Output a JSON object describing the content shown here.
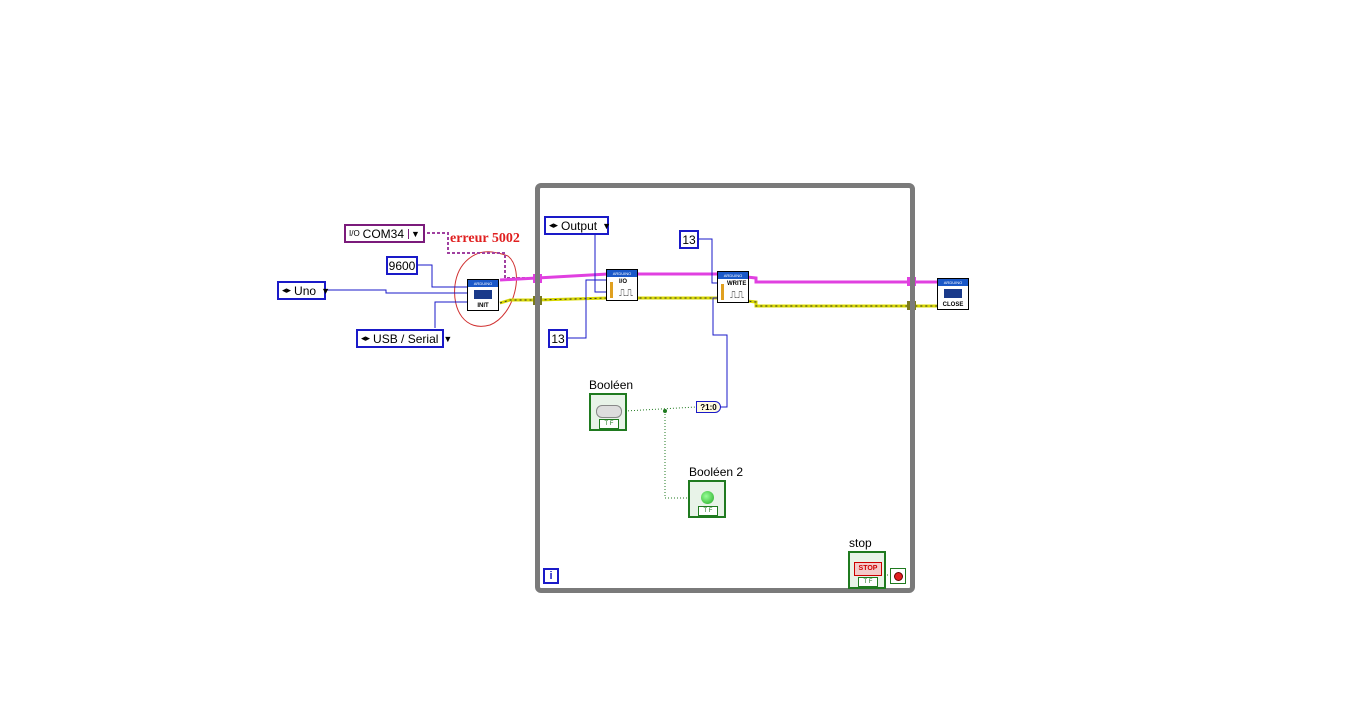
{
  "controls": {
    "visa_resource": "COM34",
    "baud_rate": "9600",
    "board_type": "Uno",
    "connection_type": "USB / Serial",
    "pin_mode": "Output",
    "pin_io": "13",
    "pin_write": "13"
  },
  "annotation": {
    "error_text": "erreur 5002"
  },
  "subvis": {
    "init": "INIT",
    "io": "I/O",
    "write": "WRITE",
    "close": "CLOSE",
    "header": "ARDUINO"
  },
  "indicators": {
    "boolean1": "Booléen",
    "boolean2": "Booléen 2",
    "stop": "stop",
    "stop_button": "STOP"
  },
  "loop": {
    "iteration": "i",
    "converter": "?1:0",
    "tf": "T F"
  },
  "colors": {
    "visa_wire": "#e040e0",
    "error_wire": "#d8d800",
    "numeric_wire": "#1a1ac8",
    "boolean_wire": "#1f7a1f",
    "annotation": "#e02020",
    "loop_border": "#7a7a7a"
  }
}
